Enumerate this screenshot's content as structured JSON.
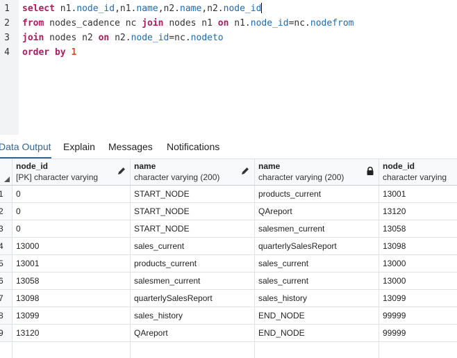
{
  "editor": {
    "line_numbers": [
      "1",
      "2",
      "3",
      "4"
    ],
    "lines": [
      [
        {
          "t": "select",
          "c": "kw"
        },
        {
          "t": " n1.",
          "c": ""
        },
        {
          "t": "node_id",
          "c": "col"
        },
        {
          "t": ",n1.",
          "c": ""
        },
        {
          "t": "name",
          "c": "col"
        },
        {
          "t": ",n2.",
          "c": ""
        },
        {
          "t": "name",
          "c": "col"
        },
        {
          "t": ",n2.",
          "c": ""
        },
        {
          "t": "node_id",
          "c": "col"
        }
      ],
      [
        {
          "t": "from",
          "c": "kw"
        },
        {
          "t": " nodes_cadence nc ",
          "c": ""
        },
        {
          "t": "join",
          "c": "kw"
        },
        {
          "t": " nodes n1 ",
          "c": ""
        },
        {
          "t": "on",
          "c": "kw"
        },
        {
          "t": " n1.",
          "c": ""
        },
        {
          "t": "node_id",
          "c": "col"
        },
        {
          "t": "=nc.",
          "c": ""
        },
        {
          "t": "nodefrom",
          "c": "col"
        }
      ],
      [
        {
          "t": "join",
          "c": "kw"
        },
        {
          "t": " nodes n2 ",
          "c": ""
        },
        {
          "t": "on",
          "c": "kw"
        },
        {
          "t": " n2.",
          "c": ""
        },
        {
          "t": "node_id",
          "c": "col"
        },
        {
          "t": "=nc.",
          "c": ""
        },
        {
          "t": "nodeto",
          "c": "col"
        }
      ],
      [
        {
          "t": "order by",
          "c": "kw"
        },
        {
          "t": " ",
          "c": ""
        },
        {
          "t": "1",
          "c": "num"
        }
      ]
    ]
  },
  "tabs": [
    {
      "label": "Data Output",
      "active": true
    },
    {
      "label": "Explain",
      "active": false
    },
    {
      "label": "Messages",
      "active": false
    },
    {
      "label": "Notifications",
      "active": false
    }
  ],
  "grid": {
    "columns": [
      {
        "name": "node_id",
        "type": "[PK] character varying",
        "icon": "pencil-icon"
      },
      {
        "name": "name",
        "type": "character varying (200)",
        "icon": "pencil-icon"
      },
      {
        "name": "name",
        "type": "character varying (200)",
        "icon": "lock-icon"
      },
      {
        "name": "node_id",
        "type": "character varying",
        "icon": ""
      }
    ],
    "rows": [
      {
        "n": "1",
        "cells": [
          "0",
          "START_NODE",
          "products_current",
          "13001"
        ]
      },
      {
        "n": "2",
        "cells": [
          "0",
          "START_NODE",
          "QAreport",
          "13120"
        ]
      },
      {
        "n": "3",
        "cells": [
          "0",
          "START_NODE",
          "salesmen_current",
          "13058"
        ]
      },
      {
        "n": "4",
        "cells": [
          "13000",
          "sales_current",
          "quarterlySalesReport",
          "13098"
        ]
      },
      {
        "n": "5",
        "cells": [
          "13001",
          "products_current",
          "sales_current",
          "13000"
        ]
      },
      {
        "n": "6",
        "cells": [
          "13058",
          "salesmen_current",
          "sales_current",
          "13000"
        ]
      },
      {
        "n": "7",
        "cells": [
          "13098",
          "quarterlySalesReport",
          "sales_history",
          "13099"
        ]
      },
      {
        "n": "8",
        "cells": [
          "13099",
          "sales_history",
          "END_NODE",
          "99999"
        ]
      },
      {
        "n": "9",
        "cells": [
          "13120",
          "QAreport",
          "END_NODE",
          "99999"
        ]
      }
    ]
  }
}
